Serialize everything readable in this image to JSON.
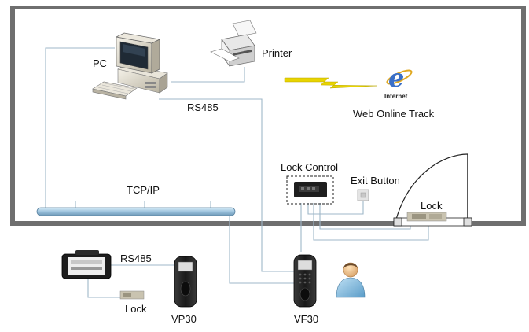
{
  "labels": {
    "pc": "PC",
    "printer": "Printer",
    "internet": "Internet",
    "web_online_track": "Web Online Track",
    "rs485_top": "RS485",
    "tcp_ip": "TCP/IP",
    "lock_control": "Lock Control",
    "exit_button": "Exit Button",
    "lock_door": "Lock",
    "rs485_bottom": "RS485",
    "lock_bottom": "Lock",
    "vp30": "VP30",
    "vf30": "VF30"
  },
  "colors": {
    "wall": "#6f6f6f",
    "wire": "#9fb7c8",
    "bus": "#9cc3dd",
    "lightning": "#e8d400",
    "internet_e": "#3a6fc8"
  },
  "icons": {
    "pc": "desktop-computer-icon",
    "printer": "printer-icon",
    "internet": "internet-explorer-icon",
    "lightning": "lightning-bolt-icon",
    "person": "person-icon"
  }
}
